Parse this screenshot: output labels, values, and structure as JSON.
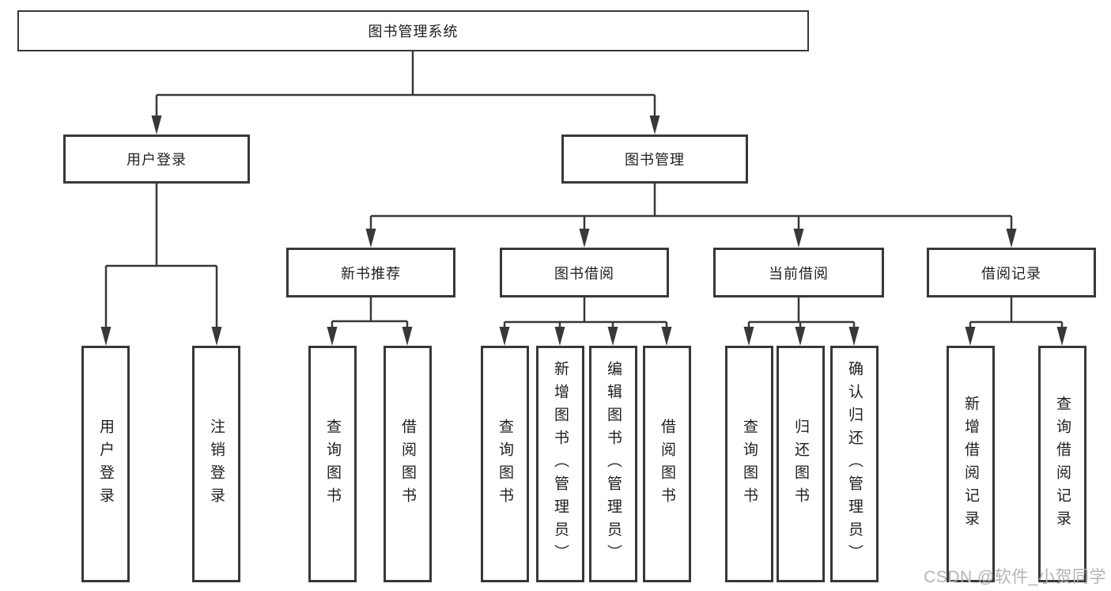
{
  "tree": {
    "root": "图书管理系统",
    "children": [
      {
        "label": "用户登录",
        "children": [
          "用户登录",
          "注销登录"
        ]
      },
      {
        "label": "图书管理",
        "children": [
          {
            "label": "新书推荐",
            "children": [
              "查询图书",
              "借阅图书"
            ]
          },
          {
            "label": "图书借阅",
            "children": [
              "查询图书",
              "新增图书（管理员）",
              "编辑图书（管理员）",
              "借阅图书"
            ]
          },
          {
            "label": "当前借阅",
            "children": [
              "查询图书",
              "归还图书",
              "确认归还（管理员）"
            ]
          },
          {
            "label": "借阅记录",
            "children": [
              "新增借阅记录",
              "查询借阅记录"
            ]
          }
        ]
      }
    ]
  },
  "watermark": {
    "text": "CSDN @软件_小贺同学"
  },
  "colors": {
    "line": "#383838",
    "box_border": "#383838",
    "text": "#1f1f1f",
    "background": "#ffffff",
    "watermark": "#b3b3b3"
  }
}
